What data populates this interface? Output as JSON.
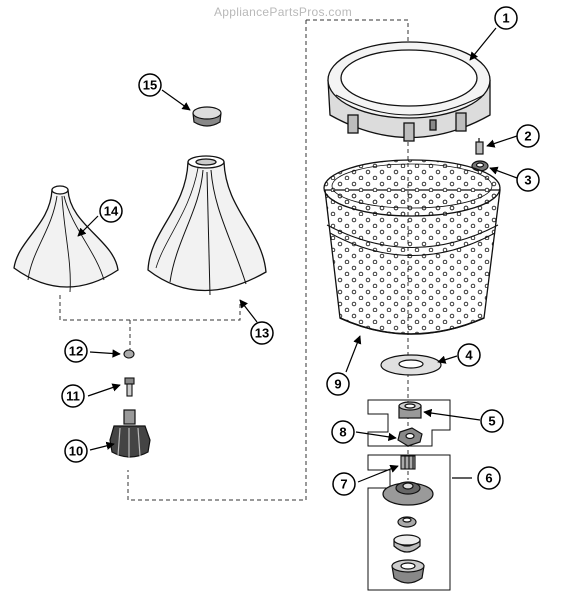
{
  "watermark": "AppliancePartsPros.com",
  "callouts": [
    {
      "id": "1",
      "label": "1"
    },
    {
      "id": "2",
      "label": "2"
    },
    {
      "id": "3",
      "label": "3"
    },
    {
      "id": "4",
      "label": "4"
    },
    {
      "id": "5",
      "label": "5"
    },
    {
      "id": "6",
      "label": "6"
    },
    {
      "id": "7",
      "label": "7"
    },
    {
      "id": "8",
      "label": "8"
    },
    {
      "id": "9",
      "label": "9"
    },
    {
      "id": "10",
      "label": "10"
    },
    {
      "id": "11",
      "label": "11"
    },
    {
      "id": "12",
      "label": "12"
    },
    {
      "id": "13",
      "label": "13"
    },
    {
      "id": "14",
      "label": "14"
    },
    {
      "id": "15",
      "label": "15"
    }
  ]
}
